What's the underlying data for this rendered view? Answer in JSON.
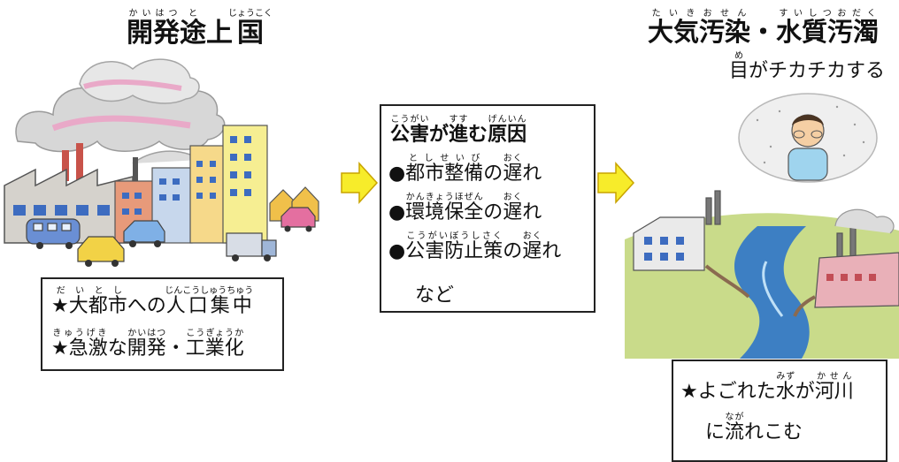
{
  "left": {
    "title": "開発途上国",
    "title_ruby": [
      "かいはつ",
      "と",
      "じょうこく"
    ],
    "box": {
      "line1": "★大都市への人口集中",
      "line1_ruby": [
        "だいとし",
        "じんこうしゅうちゅう"
      ],
      "line2": "★急激な開発・工業化",
      "line2_ruby": [
        "きゅうげき",
        "かいはつ",
        "こうぎょうか"
      ]
    }
  },
  "middle": {
    "title": "公害が進む原因",
    "title_ruby": [
      "こうがい",
      "すす",
      "げんいん"
    ],
    "items": [
      {
        "text": "●都市整備の遅れ",
        "ruby": [
          "としせいび",
          "おく"
        ]
      },
      {
        "text": "●環境保全の遅れ",
        "ruby": [
          "かんきょうほぜん",
          "おく"
        ]
      },
      {
        "text": "●公害防止策の遅れ",
        "ruby": [
          "こうがいぼうしさく",
          "おく"
        ]
      }
    ],
    "footer": "など"
  },
  "right": {
    "title": "大気汚染・水質汚濁",
    "title_ruby": [
      "たいきおせん",
      "すいしつおだく"
    ],
    "subtitle": "目がチカチカする",
    "subtitle_ruby": [
      "め"
    ],
    "box": {
      "line1": "★よごれた水が河川",
      "line1_ruby": [
        "みず",
        "かせん"
      ],
      "line2": "に流れこむ",
      "line2_ruby": [
        "なが"
      ]
    }
  },
  "colors": {
    "arrow_fill": "#f7ec2a",
    "arrow_stroke": "#c9a400",
    "smoke_pink": "#e9a9c8",
    "river_blue": "#3d7fc3"
  }
}
